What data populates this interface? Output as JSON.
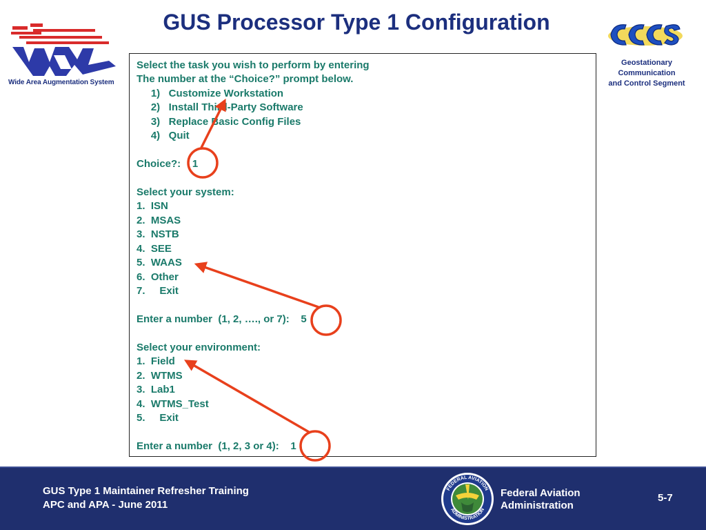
{
  "slide": {
    "title": "GUS Processor Type 1 Configuration"
  },
  "waas_logo": {
    "logo_text": "WAAS",
    "caption": "Wide Area Augmentation System"
  },
  "gccs_logo": {
    "logo_text": "GCCS",
    "caption_lines": [
      "Geostationary",
      "Communication",
      "and Control Segment"
    ]
  },
  "console": {
    "lines": [
      "Select the task you wish to perform by entering",
      "The number at the “Choice?” prompt below.",
      "     1)   Customize Workstation",
      "     2)   Install Third-Party Software",
      "     3)   Replace Basic Config Files",
      "     4)   Quit",
      "",
      "Choice?:    1",
      "",
      "Select your system:",
      "1.  ISN",
      "2.  MSAS",
      "3.  NSTB",
      "4.  SEE",
      "5.  WAAS",
      "6.  Other",
      "7.     Exit",
      "",
      "Enter a number  (1, 2, …., or 7):    5",
      "",
      "Select your environment:",
      "1.  Field",
      "2.  WTMS",
      "3.  Lab1",
      "4.  WTMS_Test",
      "5.     Exit",
      "",
      "Enter a number  (1, 2, 3 or 4):    1"
    ]
  },
  "annotation_color": "#e8401c",
  "footer": {
    "course": "GUS Type 1 Maintainer Refresher Training",
    "date": "APC and APA - June 2011",
    "agency_line1": "Federal Aviation",
    "agency_line2": "Administration",
    "page": "5-7",
    "seal_text_top": "FEDERAL AVIATION",
    "seal_text_bottom": "ADMINISTRATION"
  },
  "colors": {
    "title": "#1c2f7e",
    "console_text": "#1a7a6a",
    "footer_bg": "#1f2f6e"
  }
}
